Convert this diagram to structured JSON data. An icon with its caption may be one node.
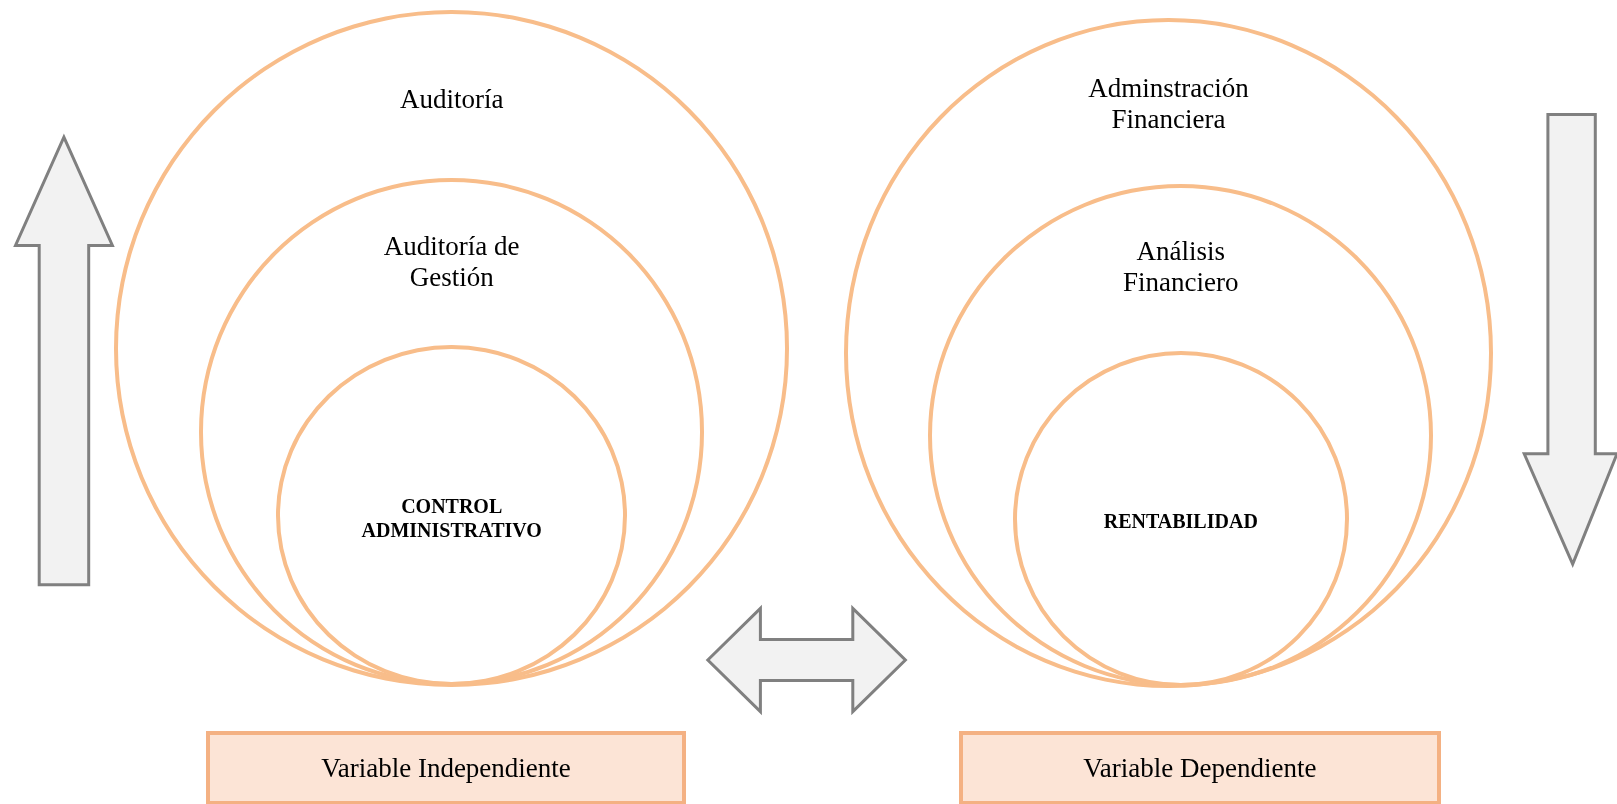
{
  "diagram": {
    "nodes": [
      {
        "text": [
          "Auditoría"
        ]
      },
      {
        "text": [
          "Auditoría de Gestión"
        ],
        "in": 0
      },
      {
        "text": [
          "CONTROL ADMINISTRATIVO"
        ],
        "in": 1
      },
      {
        "text": [
          "Adminstración Financiera"
        ]
      },
      {
        "text": [
          "Análisis Financiero"
        ],
        "in": 3
      },
      {
        "text": [
          "RENTABILIDAD"
        ],
        "in": 4
      },
      {
        "text": [
          "Variable Independiente"
        ]
      },
      {
        "text": [
          "Variable Dependiente"
        ]
      }
    ],
    "edges": [
      {
        "from": 0,
        "to": 3,
        "arrow": "both"
      }
    ]
  }
}
